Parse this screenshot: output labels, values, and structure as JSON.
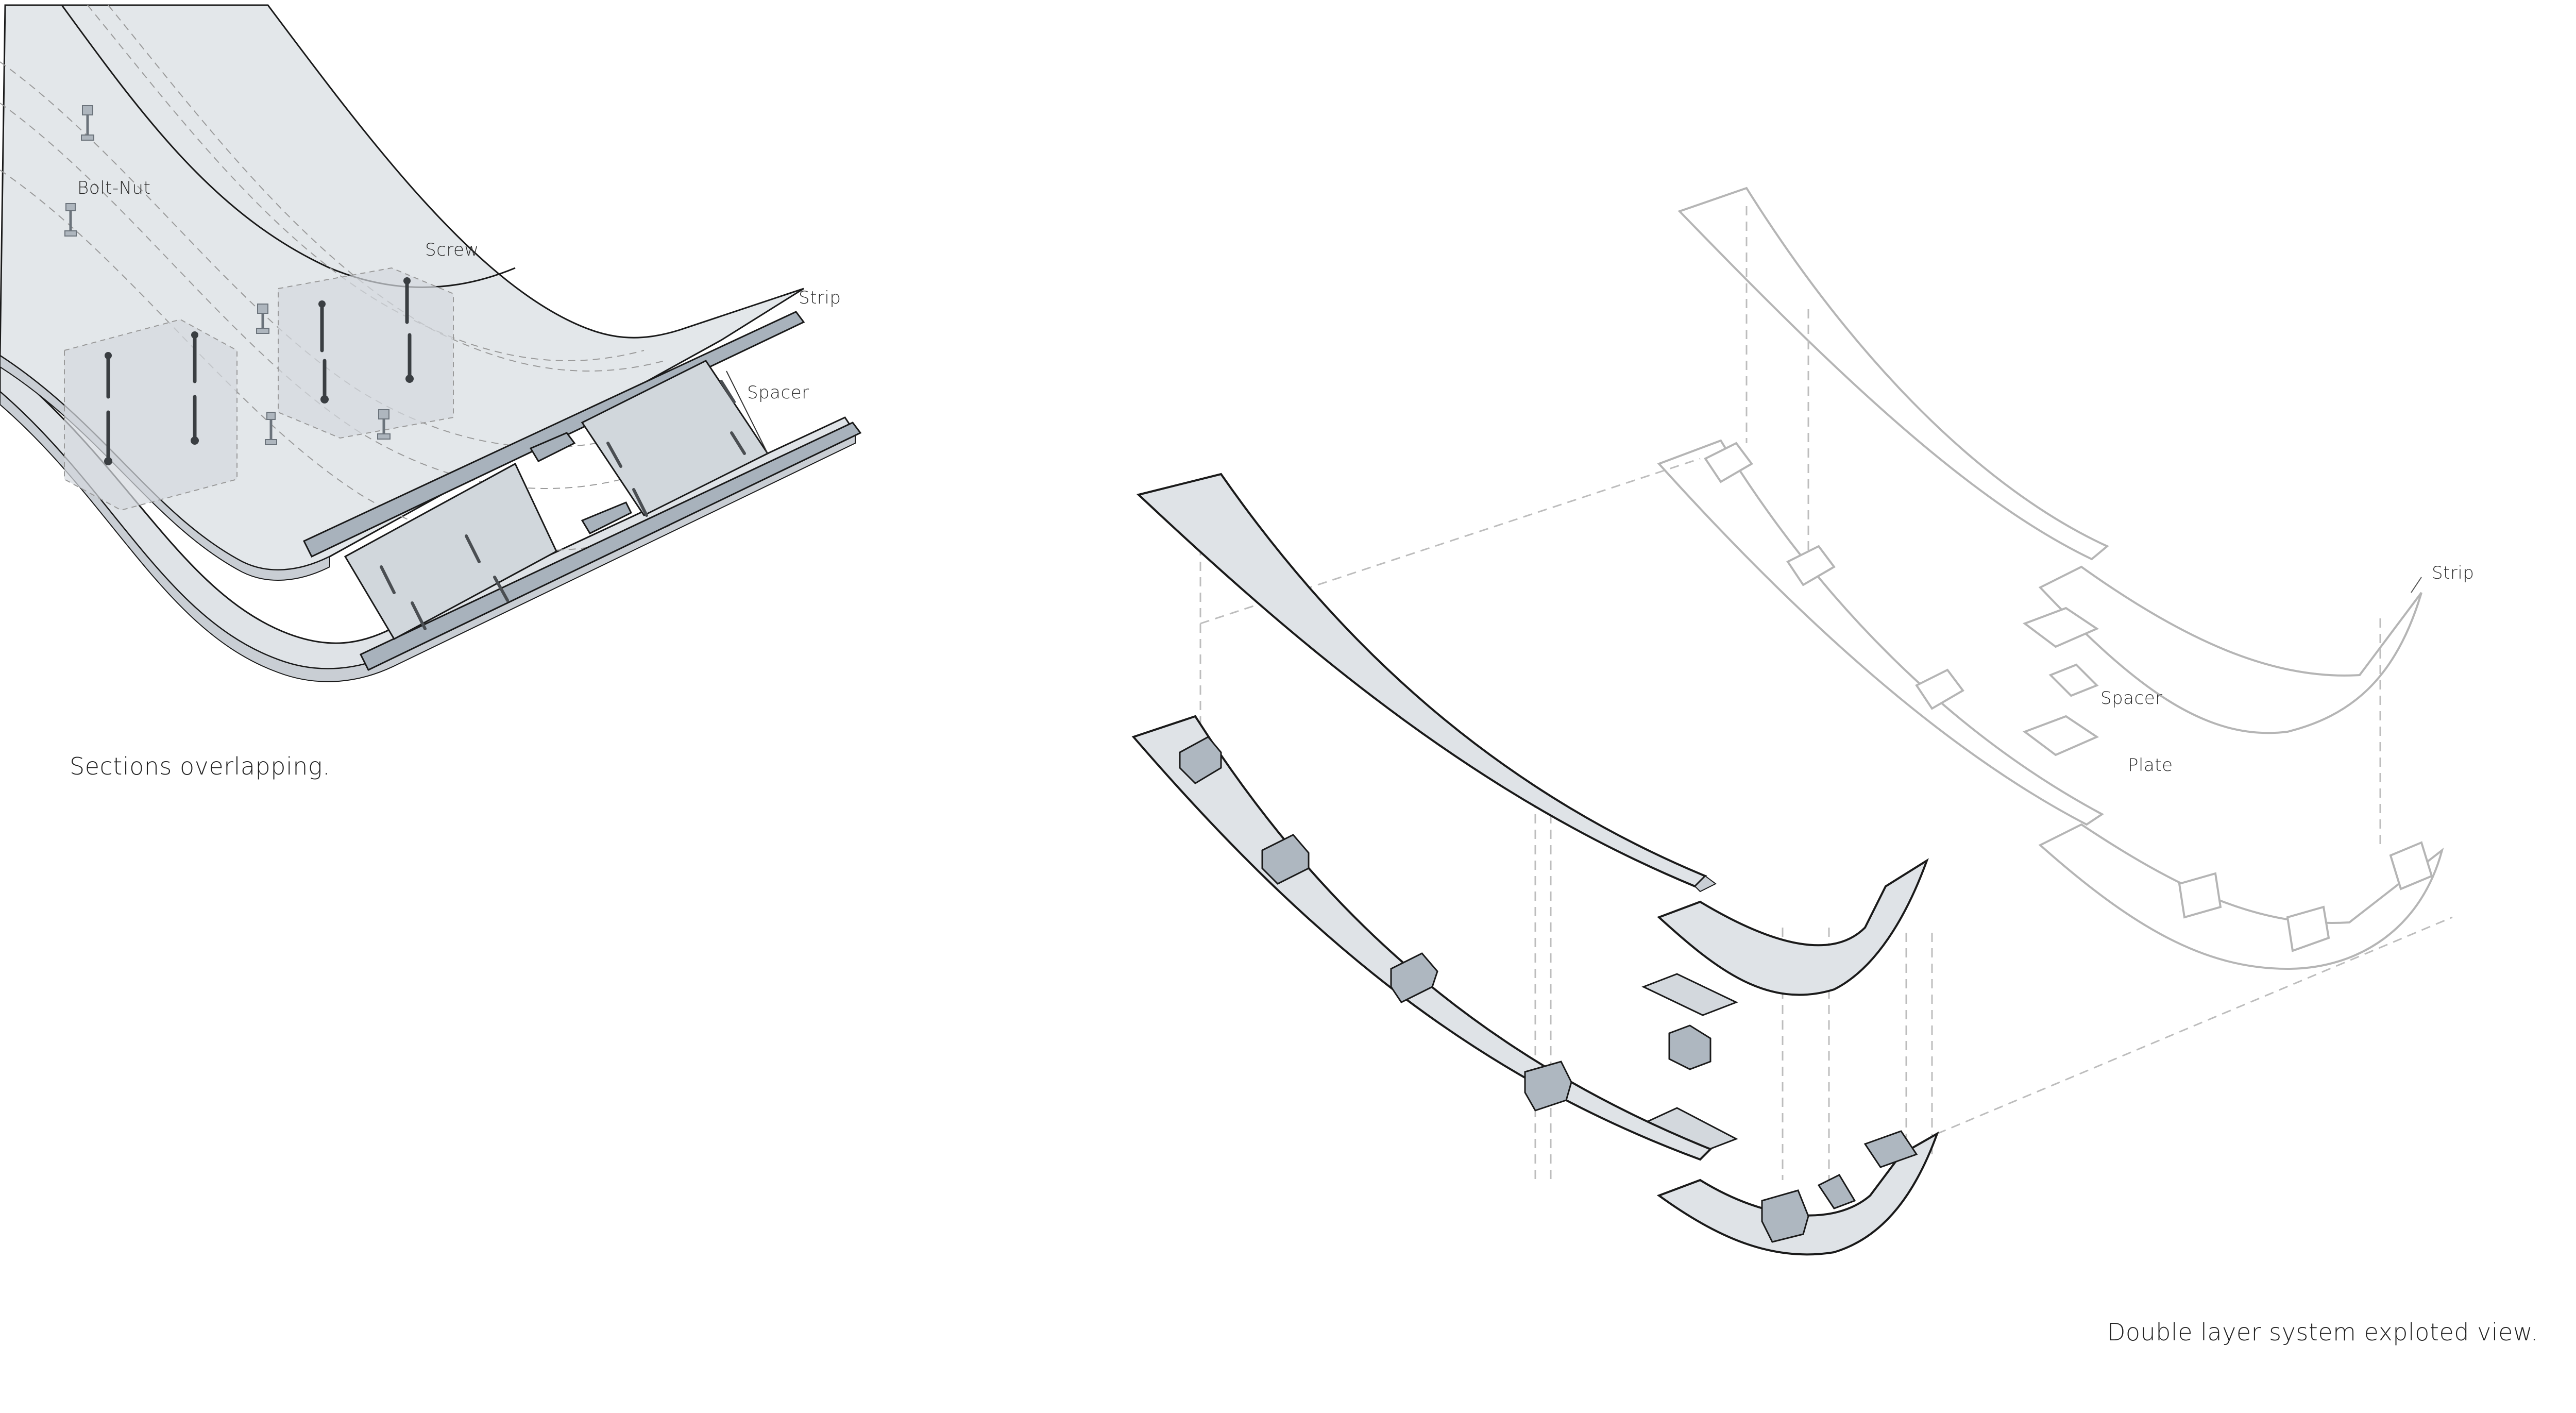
{
  "figure_left": {
    "caption": "Sections overlapping.",
    "labels": {
      "bolt_nut": "Bolt-Nut",
      "screw": "Screw",
      "strip": "Strip",
      "spacer": "Spacer"
    }
  },
  "figure_right": {
    "caption": "Double layer system exploted view.",
    "labels": {
      "strip": "Strip",
      "spacer": "Spacer",
      "plate": "Plate"
    }
  },
  "colors": {
    "panel_fill": "#dfe3e7",
    "panel_stroke": "#1a1a1a",
    "strip_fill": "#a8b2bc",
    "block_fill": "#aeb7c0",
    "ghost_stroke": "#b5b5b5",
    "dash": "#bdbdbd"
  }
}
